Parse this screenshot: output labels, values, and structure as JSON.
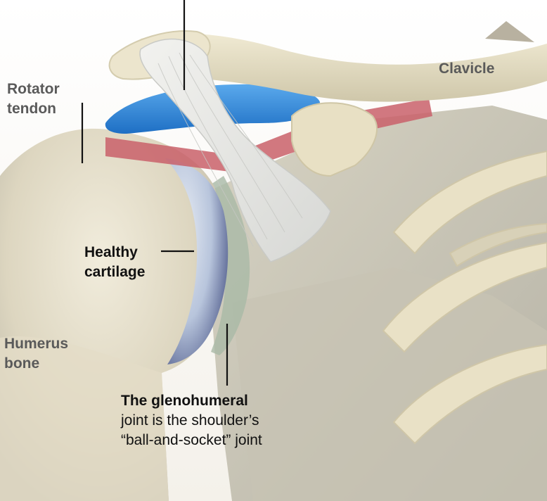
{
  "labels": {
    "clavicle": "Clavicle",
    "rotator_tendon": [
      "Rotator",
      "tendon"
    ],
    "healthy_cartilage": [
      "Healthy",
      "cartilage"
    ],
    "humerus_bone": [
      "Humerus",
      "bone"
    ],
    "glenohumeral": {
      "bold": "The glenohumeral",
      "line2": "joint is the shoulder’s",
      "line3": "“ball-and-socket” joint"
    }
  },
  "colors": {
    "bone": "#e7e0c8",
    "bone_shadow": "#a8a69a",
    "tendon_blue": "#2f86d6",
    "tendon_red": "#c9606a",
    "cartilage": "#b7c7de",
    "ligament": "#e4e4e1"
  }
}
